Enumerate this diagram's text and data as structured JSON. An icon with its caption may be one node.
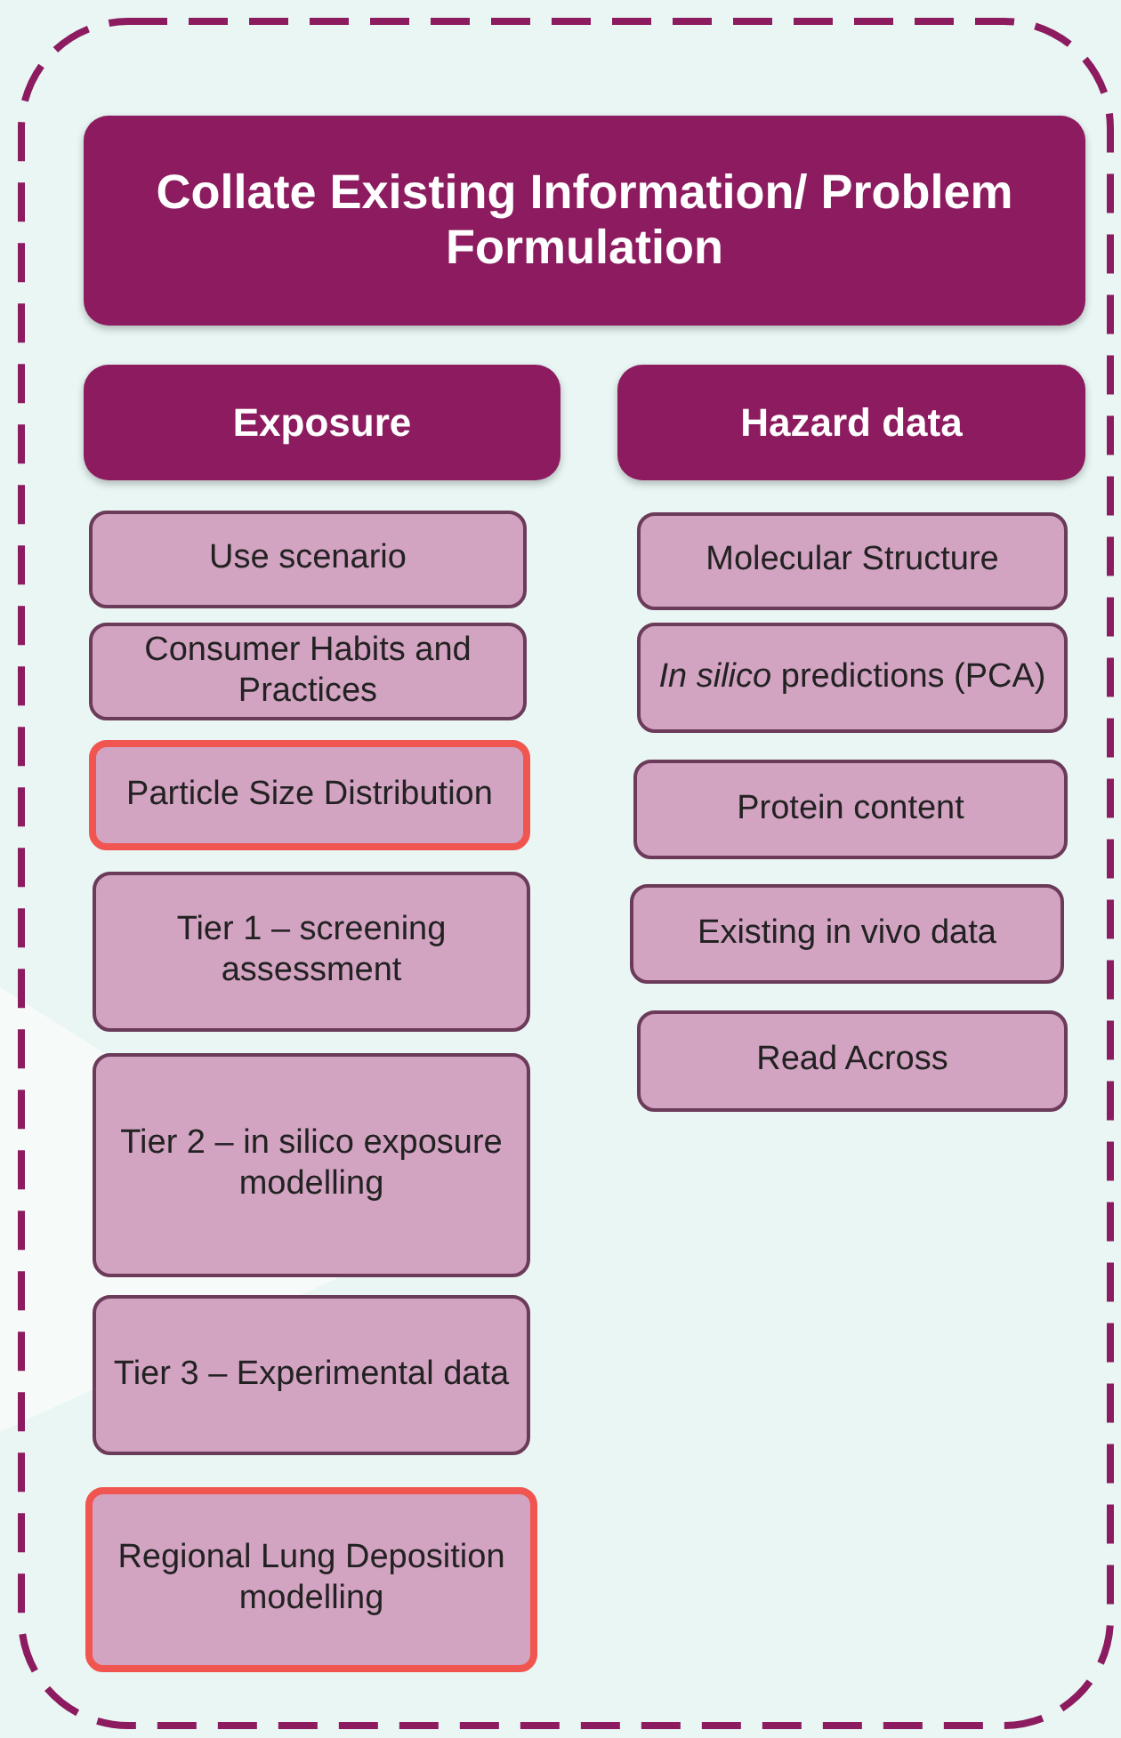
{
  "diagram": {
    "nodes": [
      {
        "text": [
          "Collate Existing Information/ Problem Formulation"
        ]
      },
      {
        "text": [
          "Exposure"
        ]
      },
      {
        "text": [
          "Hazard data"
        ]
      },
      {
        "text": [
          "Use scenario"
        ]
      },
      {
        "text": [
          "Consumer Habits and Practices"
        ]
      },
      {
        "text": [
          "Particle Size Distribution"
        ]
      },
      {
        "text": [
          "Tier 1 – screening assessment"
        ]
      },
      {
        "text": [
          "Tier 2 – in silico exposure modelling"
        ]
      },
      {
        "text": [
          "Tier 3 – Experimental data"
        ]
      },
      {
        "text": [
          "Regional Lung Deposition modelling"
        ]
      },
      {
        "text": [
          "Molecular Structure"
        ]
      },
      {
        "text": [
          "*In silico* predictions (PCA)"
        ]
      },
      {
        "text": [
          "Protein content"
        ]
      },
      {
        "text": [
          "Existing in vivo data"
        ]
      },
      {
        "text": [
          "Read Across"
        ]
      }
    ]
  }
}
